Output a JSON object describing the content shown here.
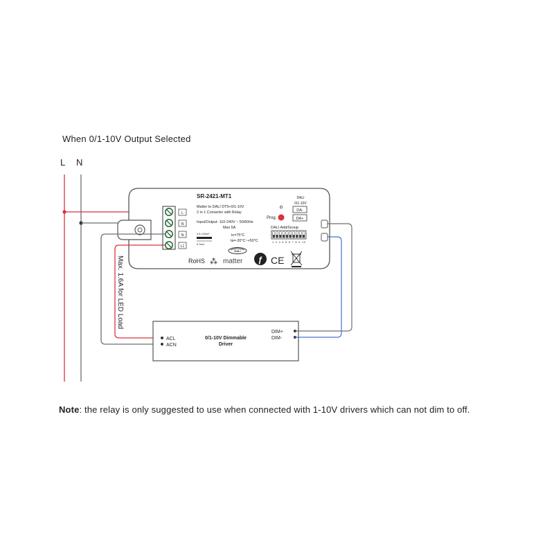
{
  "heading": "When 0/1-10V Output Selected",
  "lines": {
    "L": "L",
    "N": "N"
  },
  "device": {
    "model": "SR-2421-MT1",
    "desc1": "Matter to DALI DT6+0/1-10V",
    "desc2": "2 in 1 Converter with Relay",
    "io": "Input/Output: 110-240V ~ 50/60Hz",
    "max": "Max 5A",
    "tc": "tc=75°C",
    "ta": "ta=-20°C~+50°C",
    "wire1": "0.5-1.5mm²",
    "wire2": "6-7mm",
    "prog": "Prog.",
    "dali_label": "DALI",
    "out_label": "0/1-10V",
    "da_minus": "DA-",
    "da_plus": "DA+",
    "addr_label": "DALI Add/Group",
    "dip_numbers": "1 2 3 4 5 6 7 8 9 10",
    "terminals": [
      "L",
      "N",
      "N",
      "L1"
    ],
    "rohs": "RoHS",
    "matter": "matter",
    "ce": "CE",
    "dali_logo": "DALI"
  },
  "load_label": "Max. 1.6A for LED Load",
  "driver": {
    "title1": "0/1-10V Dimmable",
    "title2": "Driver",
    "acl": "ACL",
    "acn": "ACN",
    "dim_plus": "DIM+",
    "dim_minus": "DIM-"
  },
  "note": {
    "label": "Note",
    "text": ": the relay is only suggested to use when connected with 1-10V drivers which can not dim to off."
  },
  "colors": {
    "red": "#d9323c",
    "gray": "#6e6e6e",
    "blue": "#4b6fd1",
    "outline": "#555555",
    "terminal": "#3d7a4a"
  }
}
